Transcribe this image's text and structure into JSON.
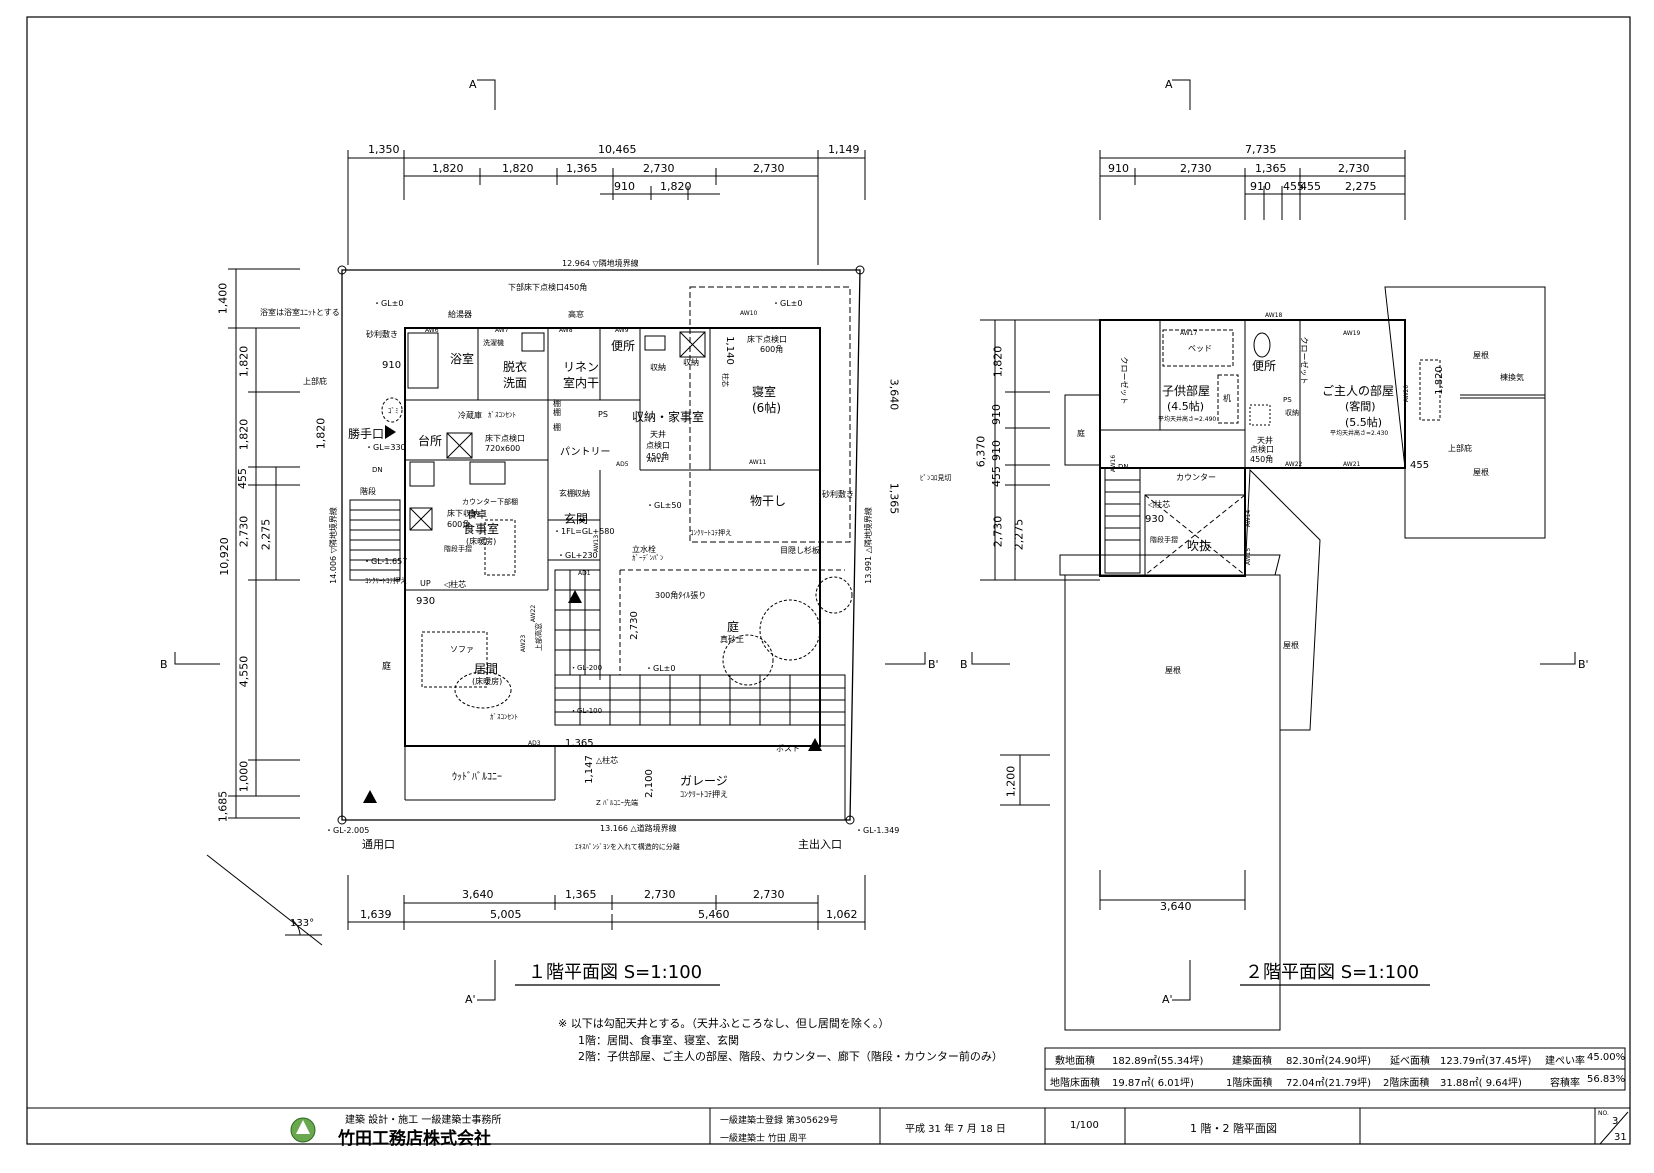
{
  "dims_1f_top": {
    "overall": [
      "1,350",
      "10,465",
      "1,149"
    ],
    "row2": [
      "1,820",
      "1,820",
      "1,365",
      "2,730",
      "2,730"
    ],
    "row3": [
      "910",
      "1,820"
    ]
  },
  "dims_1f_bottom": {
    "row1": [
      "3,640",
      "1,365",
      "2,730",
      "2,730"
    ],
    "row2": [
      "1,639",
      "5,005",
      "5,460",
      "1,062"
    ]
  },
  "dims_1f_left": {
    "outer": [
      "1,400",
      "10,920",
      "1,685"
    ],
    "inner": [
      "1,820",
      "1,820",
      "455",
      "2,730",
      "4,550",
      "1,000"
    ],
    "inner2": [
      "2,275",
      "1,820"
    ]
  },
  "dims_1f_right": [
    "3,640",
    "1,365"
  ],
  "dims_2f_top": {
    "overall": "7,735",
    "row2": [
      "910",
      "2,730",
      "1,365",
      "2,730"
    ],
    "row3": [
      "910",
      "455",
      "455",
      "2,275"
    ]
  },
  "dims_2f_left": {
    "outer": "6,370",
    "inner": [
      "1,820",
      "910",
      "910",
      "455",
      "2,730",
      "1,200"
    ],
    "inner2": "2,275"
  },
  "dims_2f_bottom": "3,640",
  "rooms_1f": {
    "bath": "浴室",
    "dressing": "脱衣",
    "washroom": "洗面",
    "linen": "リネン",
    "linen2": "室内干",
    "toilet": "便所",
    "storage_house": "収納・家事室",
    "bedroom": "寝室",
    "bedroom_size": "(6帖)",
    "kitchen": "台所",
    "pantry": "パントリー",
    "dining_area": "食卓",
    "dining": "食事室",
    "dining_note": "(床暖房)",
    "entrance": "玄関",
    "drying": "物干し",
    "garden": "庭",
    "garden_note": "真砂土",
    "living": "居間",
    "living_note": "(床暖房)",
    "sofa": "ソファ",
    "woodbalcony": "ｳｯﾄﾞﾊﾞﾙｺﾆｰ",
    "garage": "ガレージ",
    "garage_note": "ｺﾝｸﾘｰﾄｺﾃ押え",
    "kattekuchi": "勝手口",
    "niwa_small": "庭",
    "stairs": "階段",
    "service_entrance": "通用口",
    "main_entrance": "主出入口"
  },
  "notes_1f": {
    "boundary_top": "12.964 ▽隣地境界線",
    "boundary_bottom": "13.166 △道路境界線",
    "boundary_left": "14.006 ▽隣地境界線",
    "boundary_right": "13.991 △隣地境界線",
    "bath_unit": "浴室は浴室ﾕﾆｯﾄとする",
    "gravel": "砂利敷き",
    "gravel2": "砂利敷き",
    "underfloor_inspect": "下部床下点検口450角",
    "water_heater": "給湯器",
    "high_window": "高窓",
    "gl0_top": "・GL±0",
    "gl0_right": "・GL±0",
    "gl0_left": "・GL±0",
    "upper_eave": "上部庇",
    "gomi": "ｺﾞﾐ",
    "gl330": "・GL=330",
    "fridge": "冷蔵庫",
    "gas_outlet": "ｶﾞｽｺﾝｾﾝﾄ",
    "floor_inspect": "床下点検口",
    "floor_inspect_size": "720x600",
    "ceiling_inspect": "天井",
    "ceiling_inspect2": "点検口",
    "ceiling_inspect3": "450角",
    "floor_inspect_bed": "床下点検口",
    "floor_inspect_bed_size": "600角",
    "pillar": "柱芯",
    "pin_cut": "ﾋﾟﾝｺﾛ見切",
    "counter_under": "カウンター下部棚",
    "floor_storage": "床下収納",
    "floor_storage_size": "600角",
    "stair_handrail": "階段手摺",
    "gl1657": "・GL-1.657",
    "concrete": "ｺﾝｸﾘｰﾄｺﾃ押え",
    "concrete2": "ｺﾝｸﾘｰﾄｺﾃ押え",
    "up": "UP",
    "dn": "DN",
    "pillar2": "◁柱芯",
    "ifl": "・1FL=GL+580",
    "gl230": "・GL+230",
    "gl50": "・GL±50",
    "faucet": "立水栓",
    "gardenpan": "ｶﾞｰﾃﾞﾝﾊﾟﾝ",
    "tile300": "300角ﾀｲﾙ張り",
    "sugi": "目隠し杉板",
    "gl0_garden": "・GL±0",
    "gl200": "・GL-200",
    "gl100": "・GL-100",
    "gas_outlet2": "ｶﾞｽｺﾝｾﾝﾄ",
    "post": "ポスト",
    "balcony_end": "Z ﾊﾞﾙｺﾆｰ先端",
    "pillar3": "△柱芯",
    "expansion": "ｴｷｽﾊﾟﾝｼﾞﾖﾝを入れて構造的に分離",
    "gl2005": "・GL-2.005",
    "gl1349": "・GL-1.349",
    "upper_high": "上部高窓",
    "d1_1147": "1,147",
    "d1_2100": "2,100",
    "d1_1365": "1,365",
    "d1_2730v": "2,730",
    "d1_930": "930",
    "d1_910": "910",
    "d1_1820v": "1,820",
    "d1_1140": "1,140",
    "d1_1365r": "1,365",
    "shelf": "棚",
    "shelf2": "棚",
    "shelf3": "棚",
    "storage": "収納",
    "storage2": "収納",
    "storage3": "収納",
    "ps": "PS",
    "ps2": "PS",
    "angle": "133°",
    "washing_machine": "洗濯機",
    "aw7": "AW7",
    "aw6": "AW6",
    "aw8": "AW8",
    "aw9": "AW9",
    "aw10": "AW10",
    "aw11": "AW11",
    "aw12": "AW12",
    "ad5": "AD5",
    "ad1": "AD1",
    "ad3": "AD3",
    "aw13": "AW13",
    "aw22": "AW22",
    "aw23": "AW23",
    "genkan_shelf": "玄棚"
  },
  "rooms_2f": {
    "child": "子供部屋",
    "child_size": "(4.5帖)",
    "child_ceiling": "平均天井高さ=2.490",
    "bed": "ベッド",
    "desk": "机",
    "closet": "クローゼット",
    "closet2": "クローゼット",
    "toilet": "便所",
    "master": "ご主人の部屋",
    "master_sub": "(客間)",
    "master_size": "(5.5帖)",
    "master_ceiling": "平均天井高さ=2.430",
    "counter": "カウンター",
    "void": "吹抜",
    "roof1": "屋根",
    "roof2": "屋根",
    "roof3": "屋根",
    "roof4": "屋根",
    "vent": "棟換気",
    "eave": "上部庇",
    "niwa": "庭",
    "ceiling_inspect": "天井",
    "ceiling_inspect2": "点検口",
    "ceiling_inspect3": "450角",
    "storage": "収納",
    "ps": "PS",
    "pillar": "◁柱芯",
    "stair_handrail": "階段手摺",
    "d2_930": "930",
    "d2_455": "455",
    "d2_1820": "1,820",
    "dn": "DN",
    "aw16": "AW16",
    "aw17": "AW17",
    "aw18": "AW18",
    "aw19": "AW19",
    "aw20": "AW20",
    "aw21": "AW21",
    "aw22": "AW22",
    "aw14": "AW14",
    "aw15": "AW15"
  },
  "section_marks": {
    "a": "A",
    "a_prime": "A'",
    "b": "B",
    "b_prime": "B'"
  },
  "titles": {
    "plan1": "１階平面図 S=1:100",
    "plan2": "２階平面図 S=1:100"
  },
  "notes": {
    "line1": "※ 以下は勾配天井とする。（天井ふところなし、但し居間を除く。）",
    "line2": "1階：居間、食事室、寝室、玄関",
    "line3": "2階：子供部屋、ご主人の部屋、階段、カウンター、廊下（階段・カウンター前のみ）"
  },
  "area_table": {
    "row1": [
      {
        "label": "敷地面積",
        "value": "182.89㎡(55.34坪)"
      },
      {
        "label": "建築面積",
        "value": "82.30㎡(24.90坪)"
      },
      {
        "label": "延べ面積",
        "value": "123.79㎡(37.45坪)"
      },
      {
        "label": "建ぺい率",
        "value": "45.00%"
      }
    ],
    "row2": [
      {
        "label": "地階床面積",
        "value": "19.87㎡( 6.01坪)"
      },
      {
        "label": "1階床面積",
        "value": "72.04㎡(21.79坪)"
      },
      {
        "label": "2階床面積",
        "value": "31.88㎡( 9.64坪)"
      },
      {
        "label": "容積率",
        "value": "56.83%"
      }
    ]
  },
  "title_block": {
    "company_tag": "建築 設計・施工  一級建築士事務所",
    "company": "竹田工務店株式会社",
    "registration": "一級建築士登録  第305629号",
    "architect": "一級建築士      竹田  周平",
    "date": "平成 31 年  7 月 18 日",
    "scale": "1/100",
    "drawing_title": "1 階・2 階平面図",
    "no_label": "NO.",
    "page": "3",
    "total": "31"
  },
  "colors": {
    "line": "#000000",
    "paper": "#ffffff"
  }
}
